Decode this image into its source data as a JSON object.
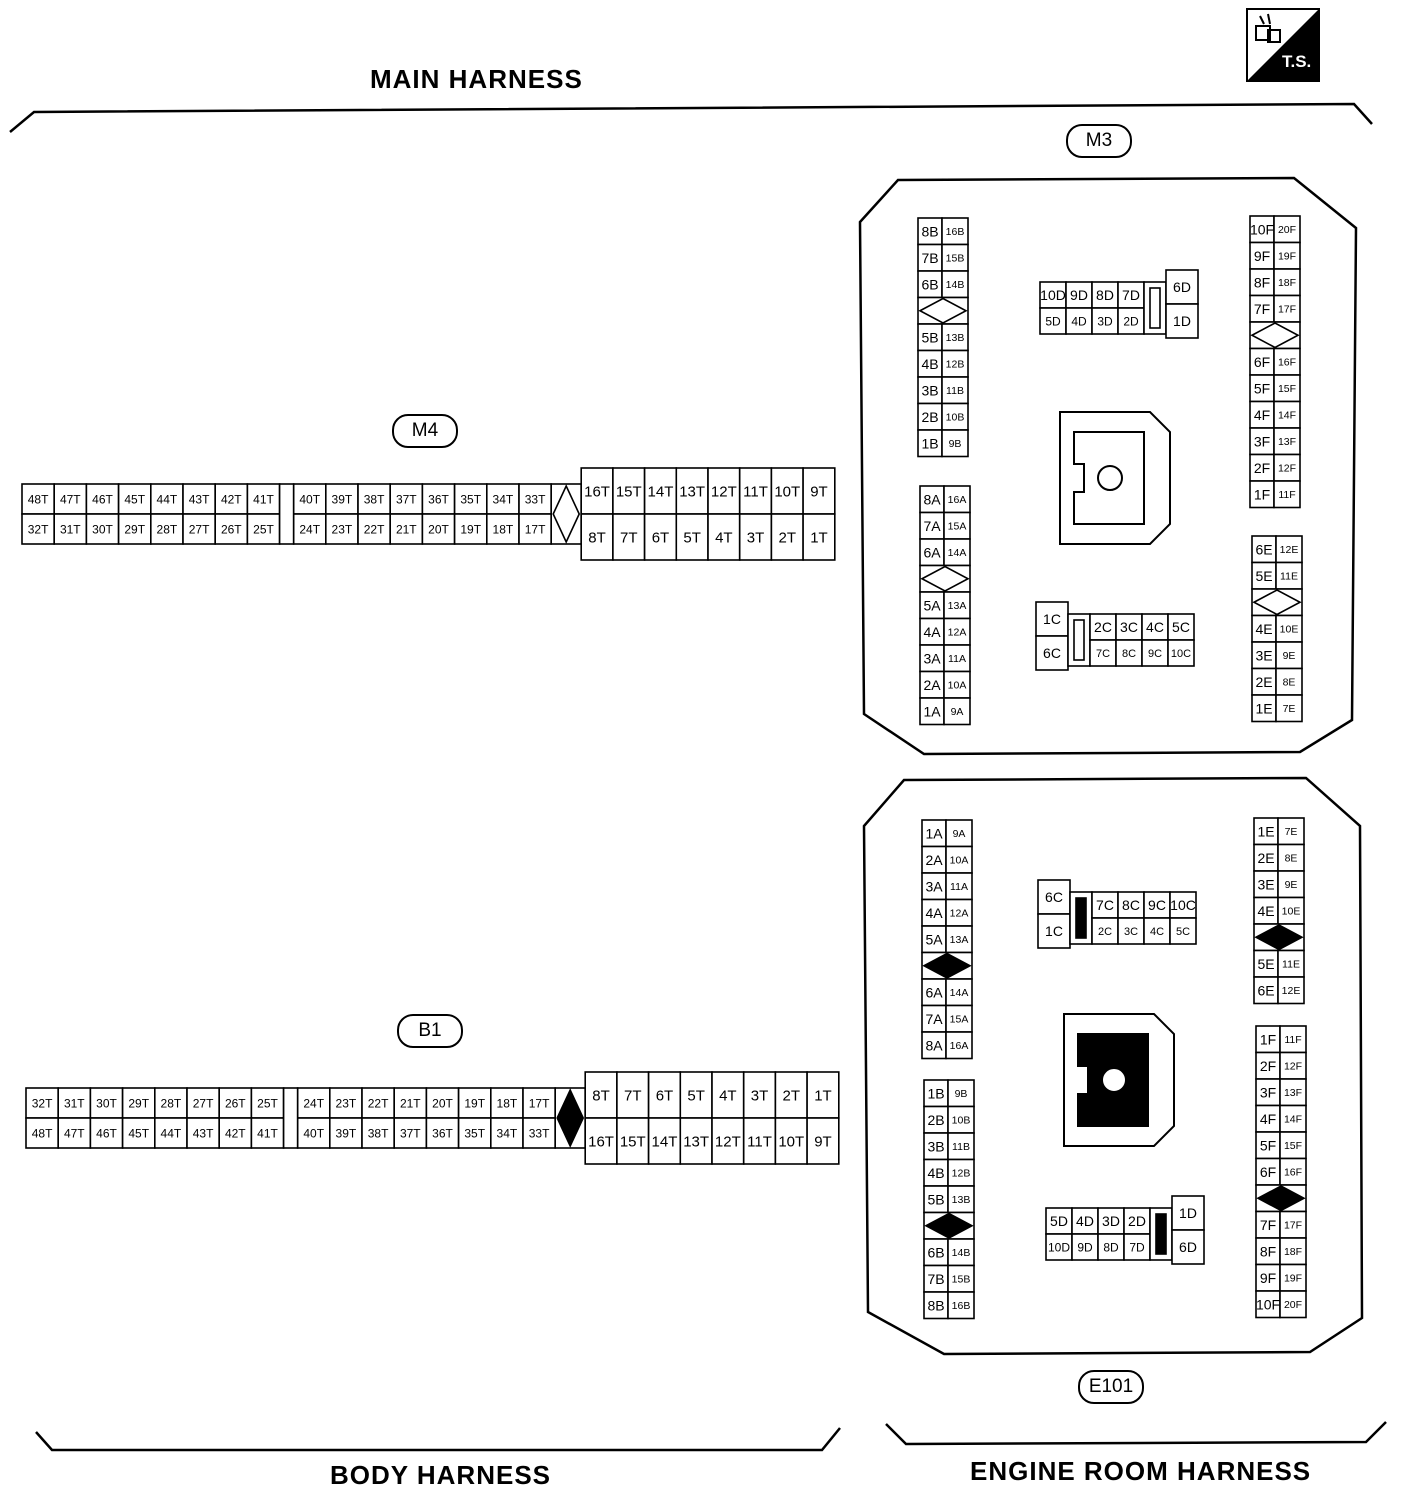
{
  "headings": {
    "main": "MAIN HARNESS",
    "body": "BODY HARNESS",
    "engine": "ENGINE ROOM HARNESS"
  },
  "badge": {
    "text": "T.S.",
    "icon": "connector-icon"
  },
  "connectors": {
    "m4": {
      "label": "M4",
      "left_top": [
        "48T",
        "47T",
        "46T",
        "45T",
        "44T",
        "43T",
        "42T",
        "41T"
      ],
      "left_bottom": [
        "32T",
        "31T",
        "30T",
        "29T",
        "28T",
        "27T",
        "26T",
        "25T"
      ],
      "mid_top": [
        "40T",
        "39T",
        "38T",
        "37T",
        "36T",
        "35T",
        "34T",
        "33T"
      ],
      "mid_bottom": [
        "24T",
        "23T",
        "22T",
        "21T",
        "20T",
        "19T",
        "18T",
        "17T"
      ],
      "right_top": [
        "16T",
        "15T",
        "14T",
        "13T",
        "12T",
        "11T",
        "10T",
        "9T"
      ],
      "right_bottom": [
        "8T",
        "7T",
        "6T",
        "5T",
        "4T",
        "3T",
        "2T",
        "1T"
      ],
      "lock": "outline"
    },
    "b1": {
      "label": "B1",
      "left_top": [
        "32T",
        "31T",
        "30T",
        "29T",
        "28T",
        "27T",
        "26T",
        "25T"
      ],
      "left_bottom": [
        "48T",
        "47T",
        "46T",
        "45T",
        "44T",
        "43T",
        "42T",
        "41T"
      ],
      "mid_top": [
        "24T",
        "23T",
        "22T",
        "21T",
        "20T",
        "19T",
        "18T",
        "17T"
      ],
      "mid_bottom": [
        "40T",
        "39T",
        "38T",
        "37T",
        "36T",
        "35T",
        "34T",
        "33T"
      ],
      "right_top": [
        "8T",
        "7T",
        "6T",
        "5T",
        "4T",
        "3T",
        "2T",
        "1T"
      ],
      "right_bottom": [
        "16T",
        "15T",
        "14T",
        "13T",
        "12T",
        "11T",
        "10T",
        "9T"
      ],
      "lock": "filled"
    },
    "m3": {
      "label": "M3",
      "lock": "outline",
      "B": [
        [
          "8B",
          "16B"
        ],
        [
          "7B",
          "15B"
        ],
        [
          "6B",
          "14B"
        ],
        "lock",
        [
          "5B",
          "13B"
        ],
        [
          "4B",
          "12B"
        ],
        [
          "3B",
          "11B"
        ],
        [
          "2B",
          "10B"
        ],
        [
          "1B",
          "9B"
        ]
      ],
      "A": [
        [
          "8A",
          "16A"
        ],
        [
          "7A",
          "15A"
        ],
        [
          "6A",
          "14A"
        ],
        "lock",
        [
          "5A",
          "13A"
        ],
        [
          "4A",
          "12A"
        ],
        [
          "3A",
          "11A"
        ],
        [
          "2A",
          "10A"
        ],
        [
          "1A",
          "9A"
        ]
      ],
      "F": [
        [
          "10F",
          "20F"
        ],
        [
          "9F",
          "19F"
        ],
        [
          "8F",
          "18F"
        ],
        [
          "7F",
          "17F"
        ],
        "lock",
        [
          "6F",
          "16F"
        ],
        [
          "5F",
          "15F"
        ],
        [
          "4F",
          "14F"
        ],
        [
          "3F",
          "13F"
        ],
        [
          "2F",
          "12F"
        ],
        [
          "1F",
          "11F"
        ]
      ],
      "E": [
        [
          "6E",
          "12E"
        ],
        [
          "5E",
          "11E"
        ],
        "lock",
        [
          "4E",
          "10E"
        ],
        [
          "3E",
          "9E"
        ],
        [
          "2E",
          "8E"
        ],
        [
          "1E",
          "7E"
        ]
      ],
      "D": {
        "top": [
          "10D",
          "9D",
          "8D",
          "7D"
        ],
        "bottom": [
          "5D",
          "4D",
          "3D",
          "2D"
        ],
        "side": [
          "6D",
          "1D"
        ]
      },
      "C": {
        "side": [
          "1C",
          "6C"
        ],
        "top": [
          "2C",
          "3C",
          "4C",
          "5C"
        ],
        "bottom": [
          "7C",
          "8C",
          "9C",
          "10C"
        ]
      }
    },
    "e101": {
      "label": "E101",
      "lock": "filled",
      "A": [
        [
          "1A",
          "9A"
        ],
        [
          "2A",
          "10A"
        ],
        [
          "3A",
          "11A"
        ],
        [
          "4A",
          "12A"
        ],
        [
          "5A",
          "13A"
        ],
        "lock",
        [
          "6A",
          "14A"
        ],
        [
          "7A",
          "15A"
        ],
        [
          "8A",
          "16A"
        ]
      ],
      "B": [
        [
          "1B",
          "9B"
        ],
        [
          "2B",
          "10B"
        ],
        [
          "3B",
          "11B"
        ],
        [
          "4B",
          "12B"
        ],
        [
          "5B",
          "13B"
        ],
        "lock",
        [
          "6B",
          "14B"
        ],
        [
          "7B",
          "15B"
        ],
        [
          "8B",
          "16B"
        ]
      ],
      "E": [
        [
          "1E",
          "7E"
        ],
        [
          "2E",
          "8E"
        ],
        [
          "3E",
          "9E"
        ],
        [
          "4E",
          "10E"
        ],
        "lock",
        [
          "5E",
          "11E"
        ],
        [
          "6E",
          "12E"
        ]
      ],
      "F": [
        [
          "1F",
          "11F"
        ],
        [
          "2F",
          "12F"
        ],
        [
          "3F",
          "13F"
        ],
        [
          "4F",
          "14F"
        ],
        [
          "5F",
          "15F"
        ],
        [
          "6F",
          "16F"
        ],
        "lock",
        [
          "7F",
          "17F"
        ],
        [
          "8F",
          "18F"
        ],
        [
          "9F",
          "19F"
        ],
        [
          "10F",
          "20F"
        ]
      ],
      "C": {
        "side": [
          "6C",
          "1C"
        ],
        "top": [
          "7C",
          "8C",
          "9C",
          "10C"
        ],
        "bottom": [
          "2C",
          "3C",
          "4C",
          "5C"
        ]
      },
      "D": {
        "top": [
          "5D",
          "4D",
          "3D",
          "2D"
        ],
        "bottom": [
          "10D",
          "9D",
          "8D",
          "7D"
        ],
        "side": [
          "1D",
          "6D"
        ]
      }
    }
  }
}
